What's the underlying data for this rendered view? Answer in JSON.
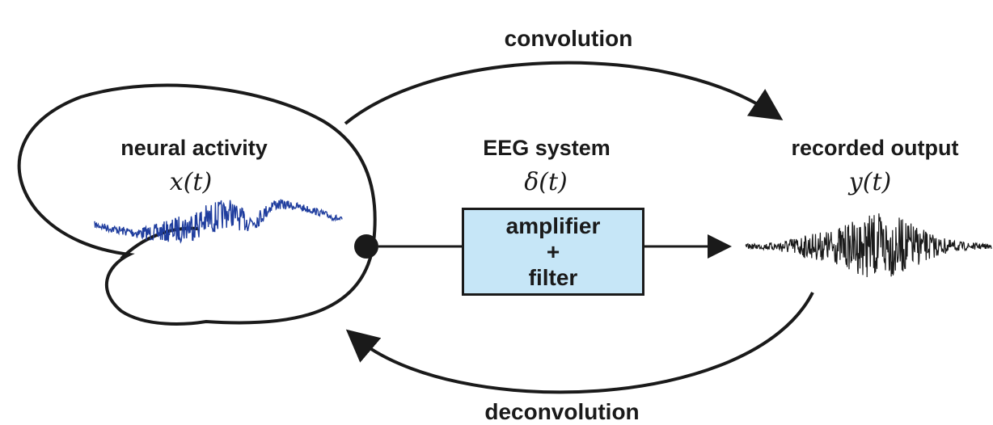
{
  "top_label": "convolution",
  "bottom_label": "deconvolution",
  "left": {
    "title": "neural activity",
    "symbol": "x(t)"
  },
  "middle": {
    "title": "EEG system",
    "symbol": "δ(t)",
    "box_line1": "amplifier",
    "box_line2": "+",
    "box_line3": "filter"
  },
  "right": {
    "title": "recorded output",
    "symbol": "y(t)"
  },
  "colors": {
    "neural_trace": "#1f3d9e",
    "recorded_trace": "#1a1a1a",
    "box_fill": "#c6e6f7",
    "stroke": "#1a1a1a"
  },
  "icons": [
    "head-outline-icon",
    "electrode-dot-icon",
    "arrow-icon"
  ]
}
